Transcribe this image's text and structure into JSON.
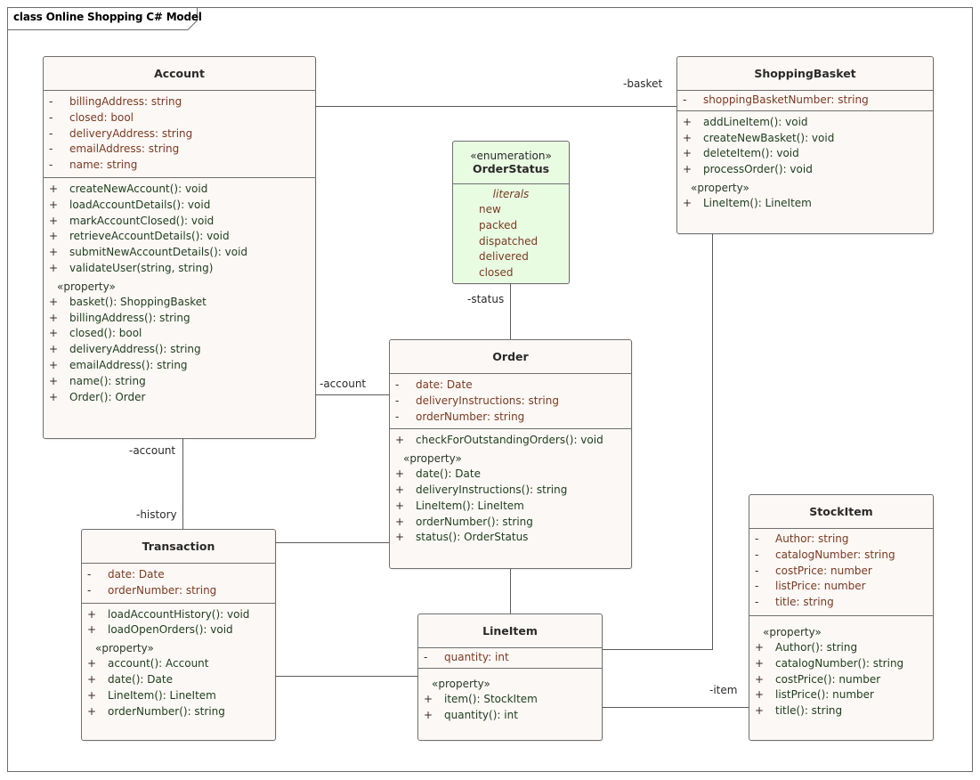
{
  "diagram": {
    "title": "class Online Shopping C# Model"
  },
  "classes": {
    "account": {
      "name": "Account",
      "attributes": [
        {
          "vis": "-",
          "text": "billingAddress: string"
        },
        {
          "vis": "-",
          "text": "closed: bool"
        },
        {
          "vis": "-",
          "text": "deliveryAddress: string"
        },
        {
          "vis": "-",
          "text": "emailAddress: string"
        },
        {
          "vis": "-",
          "text": "name: string"
        }
      ],
      "operations": [
        {
          "vis": "+",
          "text": "createNewAccount(): void"
        },
        {
          "vis": "+",
          "text": "loadAccountDetails(): void"
        },
        {
          "vis": "+",
          "text": "markAccountClosed(): void"
        },
        {
          "vis": "+",
          "text": "retrieveAccountDetails(): void"
        },
        {
          "vis": "+",
          "text": "submitNewAccountDetails(): void"
        },
        {
          "vis": "+",
          "text": "validateUser(string, string)"
        }
      ],
      "property_label": "«property»",
      "properties": [
        {
          "vis": "+",
          "text": "basket(): ShoppingBasket"
        },
        {
          "vis": "+",
          "text": "billingAddress(): string"
        },
        {
          "vis": "+",
          "text": "closed(): bool"
        },
        {
          "vis": "+",
          "text": "deliveryAddress(): string"
        },
        {
          "vis": "+",
          "text": "emailAddress(): string"
        },
        {
          "vis": "+",
          "text": "name(): string"
        },
        {
          "vis": "+",
          "text": "Order(): Order"
        }
      ]
    },
    "shopping_basket": {
      "name": "ShoppingBasket",
      "attributes": [
        {
          "vis": "-",
          "text": "shoppingBasketNumber: string"
        }
      ],
      "operations": [
        {
          "vis": "+",
          "text": "addLineItem(): void"
        },
        {
          "vis": "+",
          "text": "createNewBasket(): void"
        },
        {
          "vis": "+",
          "text": "deleteItem(): void"
        },
        {
          "vis": "+",
          "text": "processOrder(): void"
        }
      ],
      "property_label": "«property»",
      "properties": [
        {
          "vis": "+",
          "text": "LineItem(): LineItem"
        }
      ]
    },
    "order_status": {
      "stereotype": "«enumeration»",
      "name": "OrderStatus",
      "literals_label": "literals",
      "literals": [
        "new",
        "packed",
        "dispatched",
        "delivered",
        "closed"
      ]
    },
    "order": {
      "name": "Order",
      "attributes": [
        {
          "vis": "-",
          "text": "date: Date"
        },
        {
          "vis": "-",
          "text": "deliveryInstructions: string"
        },
        {
          "vis": "-",
          "text": "orderNumber: string"
        }
      ],
      "operations": [
        {
          "vis": "+",
          "text": "checkForOutstandingOrders(): void"
        }
      ],
      "property_label": "«property»",
      "properties": [
        {
          "vis": "+",
          "text": "date(): Date"
        },
        {
          "vis": "+",
          "text": "deliveryInstructions(): string"
        },
        {
          "vis": "+",
          "text": "LineItem(): LineItem"
        },
        {
          "vis": "+",
          "text": "orderNumber(): string"
        },
        {
          "vis": "+",
          "text": "status(): OrderStatus"
        }
      ]
    },
    "transaction": {
      "name": "Transaction",
      "attributes": [
        {
          "vis": "-",
          "text": "date: Date"
        },
        {
          "vis": "-",
          "text": "orderNumber: string"
        }
      ],
      "operations": [
        {
          "vis": "+",
          "text": "loadAccountHistory(): void"
        },
        {
          "vis": "+",
          "text": "loadOpenOrders(): void"
        }
      ],
      "property_label": "«property»",
      "properties": [
        {
          "vis": "+",
          "text": "account(): Account"
        },
        {
          "vis": "+",
          "text": "date(): Date"
        },
        {
          "vis": "+",
          "text": "LineItem(): LineItem"
        },
        {
          "vis": "+",
          "text": "orderNumber(): string"
        }
      ]
    },
    "line_item": {
      "name": "LineItem",
      "attributes": [
        {
          "vis": "-",
          "text": "quantity: int"
        }
      ],
      "property_label": "«property»",
      "properties": [
        {
          "vis": "+",
          "text": "item(): StockItem"
        },
        {
          "vis": "+",
          "text": "quantity(): int"
        }
      ]
    },
    "stock_item": {
      "name": "StockItem",
      "attributes": [
        {
          "vis": "-",
          "text": "Author: string"
        },
        {
          "vis": "-",
          "text": "catalogNumber: string"
        },
        {
          "vis": "-",
          "text": "costPrice: number"
        },
        {
          "vis": "-",
          "text": "listPrice: number"
        },
        {
          "vis": "-",
          "text": "title: string"
        }
      ],
      "property_label": "«property»",
      "properties": [
        {
          "vis": "+",
          "text": "Author(): string"
        },
        {
          "vis": "+",
          "text": "catalogNumber(): string"
        },
        {
          "vis": "+",
          "text": "costPrice(): number"
        },
        {
          "vis": "+",
          "text": "listPrice(): number"
        },
        {
          "vis": "+",
          "text": "title(): string"
        }
      ]
    }
  },
  "roles": {
    "basket": "-basket",
    "status": "-status",
    "account_order": "-account",
    "account_tx": "-account",
    "history": "-history",
    "item": "-item"
  },
  "colors": {
    "class_fill": "#fcf8f5",
    "enum_fill": "#e8fce2",
    "border": "#6f6f6f",
    "attribute_text": "#7a3a22",
    "operation_text": "#1d3d1d"
  }
}
